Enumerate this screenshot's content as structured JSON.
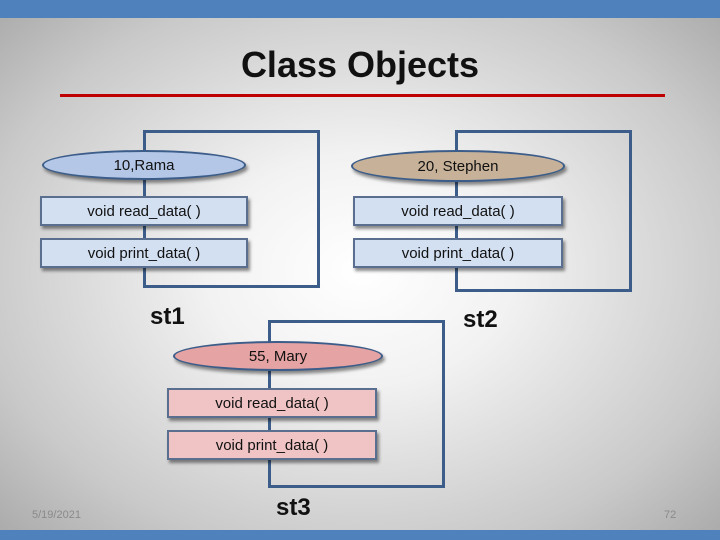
{
  "slide": {
    "title": "Class Objects",
    "date": "5/19/2021",
    "page_number": "72"
  },
  "objects": [
    {
      "data": "10,Rama",
      "read_method": "void read_data( )",
      "print_method": "void print_data( )",
      "name": "st1"
    },
    {
      "data": "20, Stephen",
      "read_method": "void read_data( )",
      "print_method": "void print_data( )",
      "name": "st2"
    },
    {
      "data": "55, Mary",
      "read_method": "void read_data( )",
      "print_method": "void print_data( )",
      "name": "st3"
    }
  ],
  "colors": {
    "top_bar": "#4f81bd",
    "title_rule": "#c00000",
    "frame": "#3c5d8a",
    "st1_data": "#b4c7e7",
    "st2_data": "#c7b299",
    "st3_data": "#e5a3a3",
    "method_blue": "#d3e0f2",
    "method_pink": "#f0c4c4"
  }
}
